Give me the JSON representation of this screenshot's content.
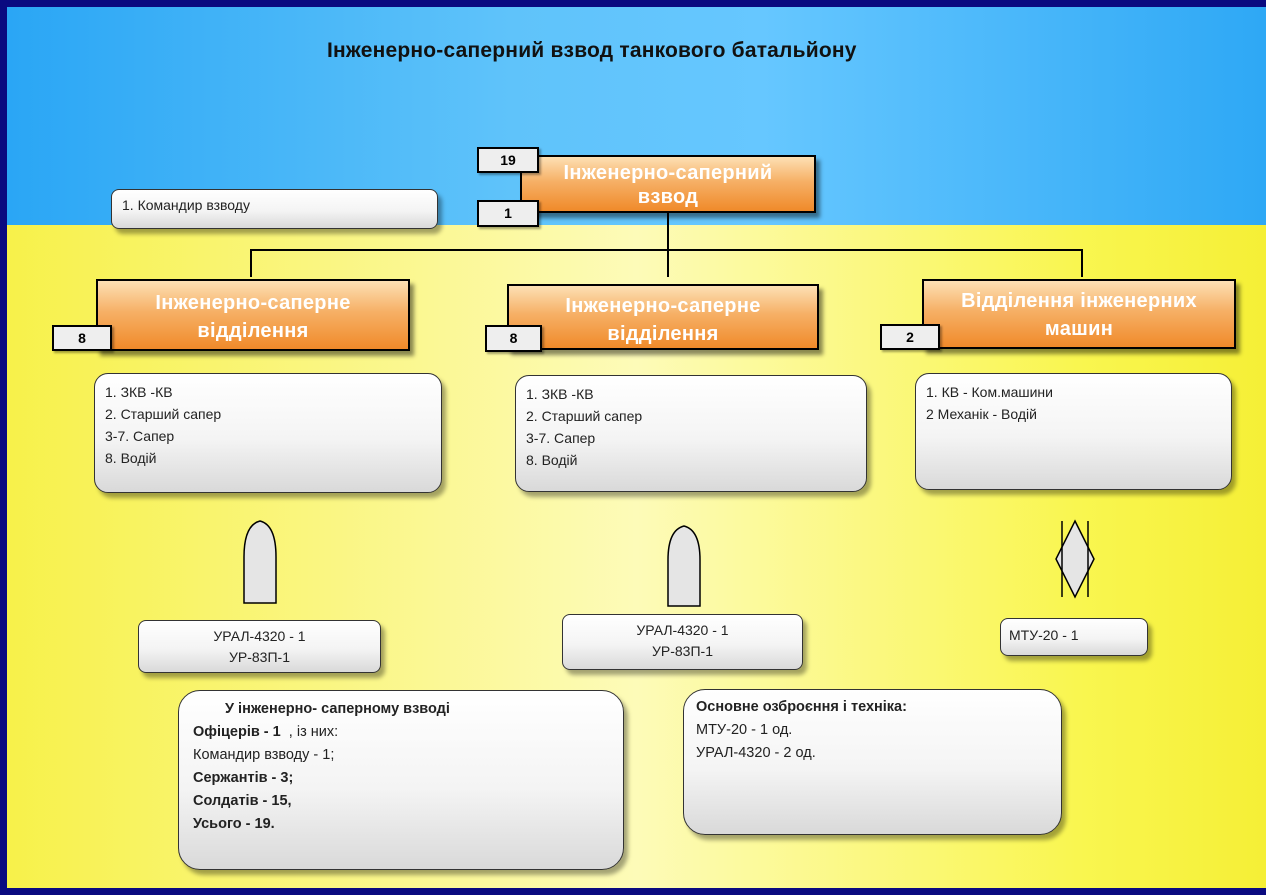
{
  "title": "Інженерно-саперний взвод танкового батальйону",
  "platoon": {
    "line1": "Інженерно-саперний",
    "line2": "взвод",
    "total": "19",
    "officers": "1",
    "commander": "1. Командир взводу"
  },
  "squads": [
    {
      "line1": "Інженерно-саперне",
      "line2": "відділення",
      "count": "8",
      "roles": [
        "1. ЗКВ -КВ",
        "2. Старший сапер",
        "3-7. Сапер",
        "8. Водій"
      ],
      "vehicles": [
        "УРАЛ-4320 - 1",
        "УР-83П-1"
      ]
    },
    {
      "line1": "Інженерно-саперне",
      "line2": "відділення",
      "count": "8",
      "roles": [
        "1. ЗКВ -КВ",
        "2. Старший сапер",
        "3-7. Сапер",
        "8. Водій"
      ],
      "vehicles": [
        "УРАЛ-4320 - 1",
        "УР-83П-1"
      ]
    },
    {
      "line1": "Відділення інженерних",
      "line2": "машин",
      "count": "2",
      "roles": [
        "1. КВ - Ком.машини",
        "2 Механік - Водій"
      ],
      "vehicles": [
        "МТУ-20  - 1"
      ]
    }
  ],
  "summary": {
    "heading": "У інженерно- саперному взводі",
    "officers_label": "Офіцерів - 1",
    "officers_rest": "  , із них:",
    "commander_line": "Командир взводу - 1;",
    "sergeants": "Сержантів - 3;",
    "soldiers": "Солдатів - 15,",
    "total": "Усього - 19."
  },
  "equipment": {
    "heading": "Основне озброєння і техніка:",
    "items": [
      "МТУ-20 - 1 од.",
      "УРАЛ-4320 - 2 од."
    ]
  },
  "colors": {
    "frame": "#0a0a80",
    "top_band": "#5fc3fa",
    "bottom_band": "#f7f14a",
    "orange_box": "#f08a2a"
  }
}
